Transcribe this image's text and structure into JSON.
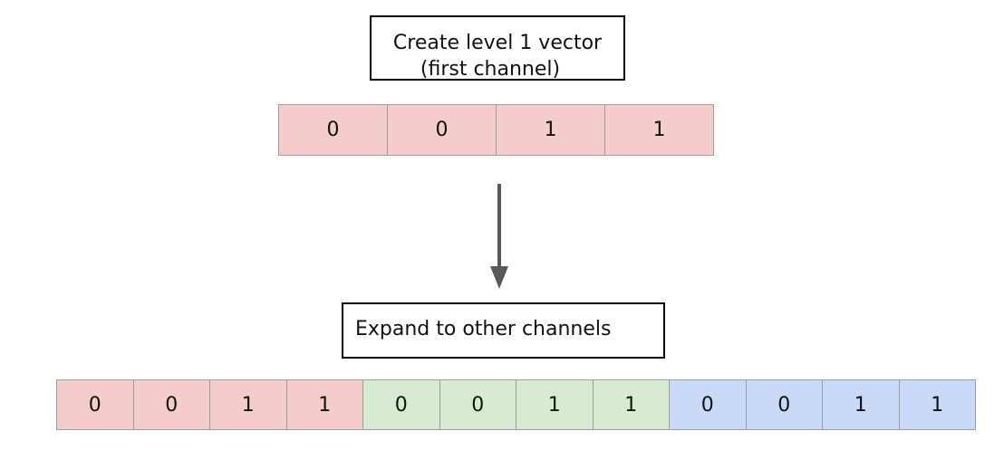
{
  "top_box": {
    "line1": "Create level 1 vector",
    "line2": "(first channel)"
  },
  "level1_vector": {
    "cells": [
      "0",
      "0",
      "1",
      "1"
    ],
    "color": "#f4cccc"
  },
  "bottom_box": {
    "text": "Expand to other channels"
  },
  "expanded_vector": {
    "cells": [
      "0",
      "0",
      "1",
      "1",
      "0",
      "0",
      "1",
      "1",
      "0",
      "0",
      "1",
      "1"
    ],
    "colors": {
      "channel1": "#f4cccc",
      "channel2": "#d9ead3",
      "channel3": "#c9daf8"
    }
  },
  "arrow_color": "#595959",
  "cell_border_color": "#9e9e9e"
}
